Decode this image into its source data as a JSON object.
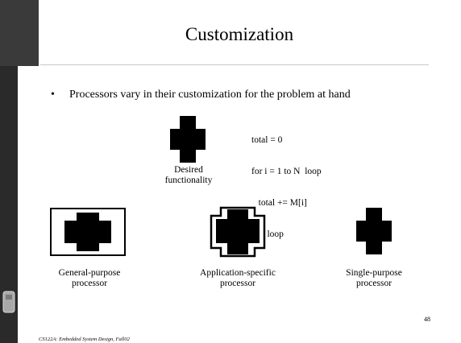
{
  "slide": {
    "title": "Customization",
    "bullet": "Processors vary in their customization for the problem at hand",
    "code_lines": [
      "total = 0",
      "for i = 1 to N  loop",
      "   total += M[i]",
      "end loop"
    ],
    "desired_label_line1": "Desired",
    "desired_label_line2": "functionality",
    "processors": [
      {
        "line1": "General-purpose",
        "line2": "processor"
      },
      {
        "line1": "Application-specific",
        "line2": "processor"
      },
      {
        "line1": "Single-purpose",
        "line2": "processor"
      }
    ],
    "page_number": "48",
    "footer": "CS122A: Embedded System Design, Fall02"
  },
  "colors": {
    "sidebar": "#2a2a2a",
    "rule": "#c8c8c8",
    "shape": "#000000"
  }
}
